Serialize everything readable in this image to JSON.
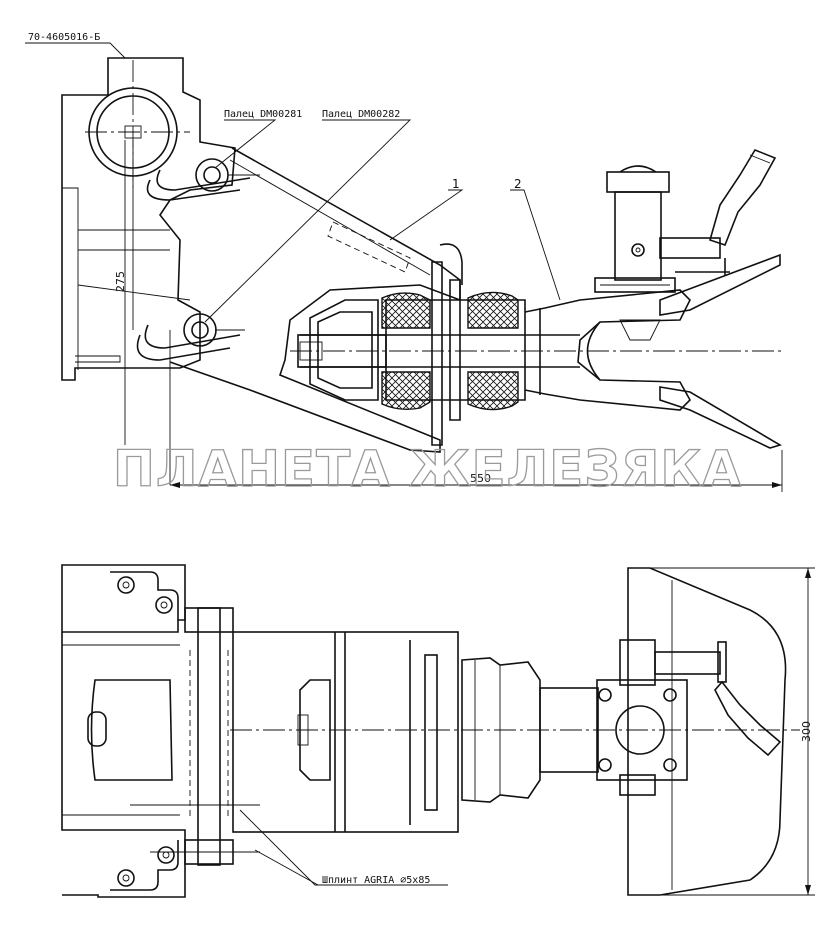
{
  "labels": {
    "part_number": "70-4605016-Б",
    "pin_1": "Палец DM00281",
    "pin_2": "Палец DM00282",
    "callout_1": "1",
    "callout_2": "2",
    "cotter_pin": "Шплинт AGRIA  ⌀5х85"
  },
  "dimensions": {
    "vertical_left": "275",
    "horizontal": "550",
    "vertical_right": "300"
  },
  "watermark": "ПЛАНЕТА ЖЕЛЕЗЯКА"
}
